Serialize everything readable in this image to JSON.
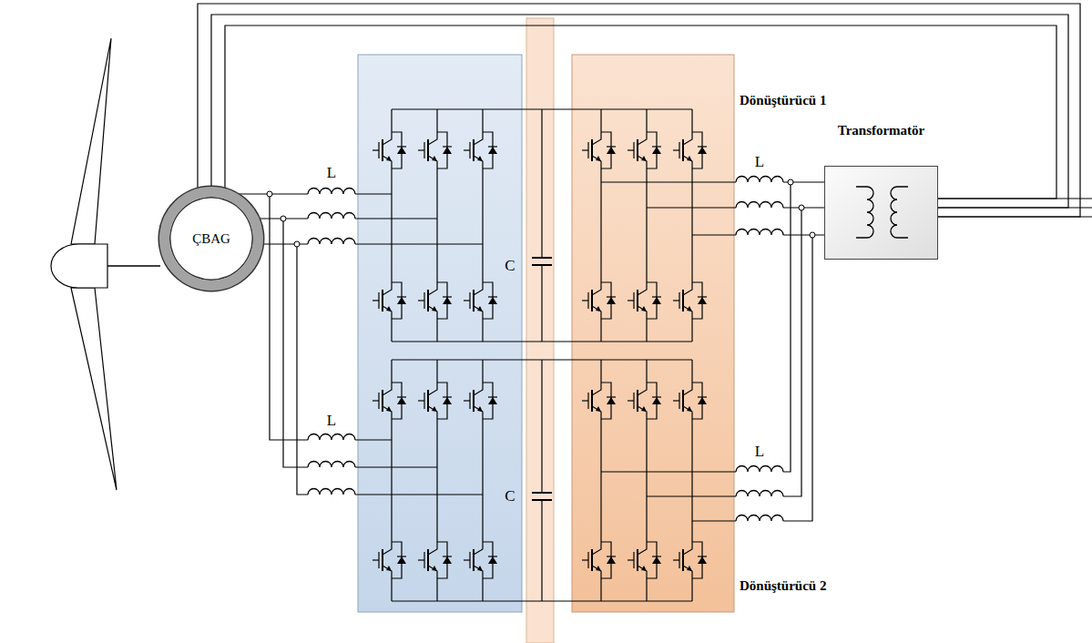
{
  "diagram": {
    "nodes": [
      {
        "text": [
          "ÇBAG"
        ]
      },
      {
        "text": [
          "Transformatör"
        ]
      }
    ],
    "edges": [
      {
        "from": 0,
        "to": 1,
        "arrow": "none"
      }
    ],
    "labels": [
      "Dönüştürücü 1",
      "L",
      "C",
      "L",
      "L",
      "C",
      "L",
      "Dönüştürücü 2"
    ]
  }
}
